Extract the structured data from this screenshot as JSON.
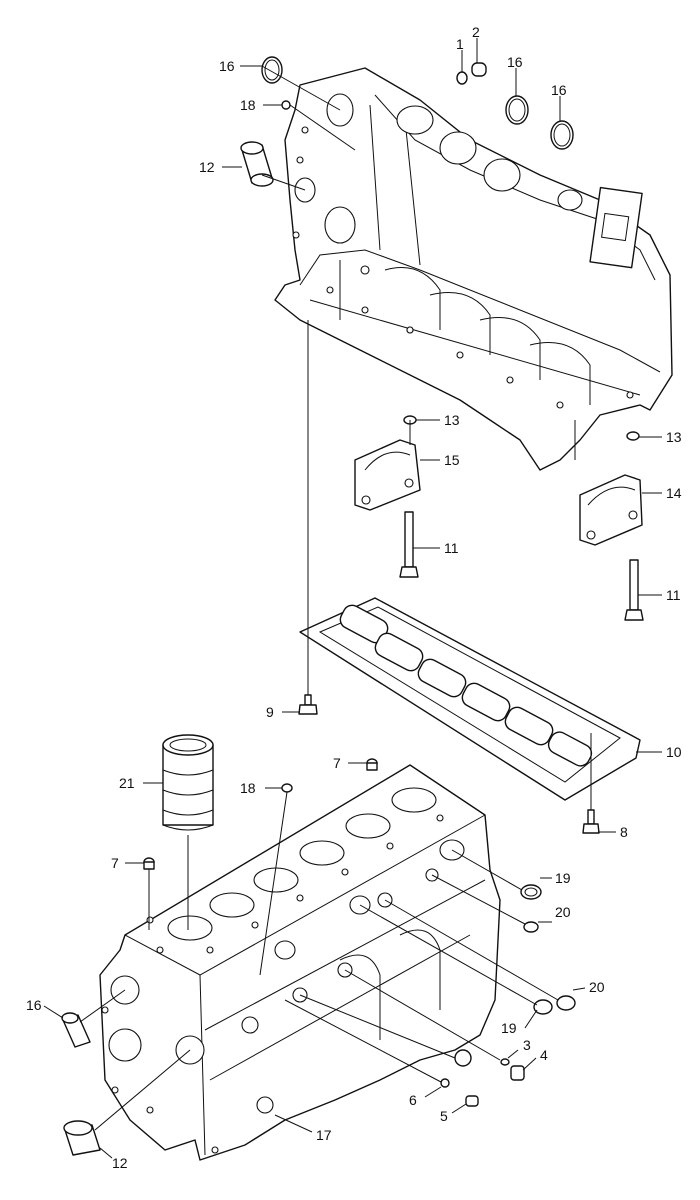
{
  "diagram": {
    "callouts": [
      {
        "id": "c1",
        "label": "1"
      },
      {
        "id": "c2",
        "label": "2"
      },
      {
        "id": "c16a",
        "label": "16"
      },
      {
        "id": "c16b",
        "label": "16"
      },
      {
        "id": "c16c",
        "label": "16"
      },
      {
        "id": "c18a",
        "label": "18"
      },
      {
        "id": "c12a",
        "label": "12"
      },
      {
        "id": "c13a",
        "label": "13"
      },
      {
        "id": "c15",
        "label": "15"
      },
      {
        "id": "c11a",
        "label": "11"
      },
      {
        "id": "c13b",
        "label": "13"
      },
      {
        "id": "c14",
        "label": "14"
      },
      {
        "id": "c11b",
        "label": "11"
      },
      {
        "id": "c9",
        "label": "9"
      },
      {
        "id": "c10",
        "label": "10"
      },
      {
        "id": "c8",
        "label": "8"
      },
      {
        "id": "c7a",
        "label": "7"
      },
      {
        "id": "c21",
        "label": "21"
      },
      {
        "id": "c18b",
        "label": "18"
      },
      {
        "id": "c7b",
        "label": "7"
      },
      {
        "id": "c19a",
        "label": "19"
      },
      {
        "id": "c20a",
        "label": "20"
      },
      {
        "id": "c16d",
        "label": "16"
      },
      {
        "id": "c20b",
        "label": "20"
      },
      {
        "id": "c19b",
        "label": "19"
      },
      {
        "id": "c3",
        "label": "3"
      },
      {
        "id": "c4",
        "label": "4"
      },
      {
        "id": "c6",
        "label": "6"
      },
      {
        "id": "c5",
        "label": "5"
      },
      {
        "id": "c17",
        "label": "17"
      },
      {
        "id": "c12b",
        "label": "12"
      }
    ]
  }
}
